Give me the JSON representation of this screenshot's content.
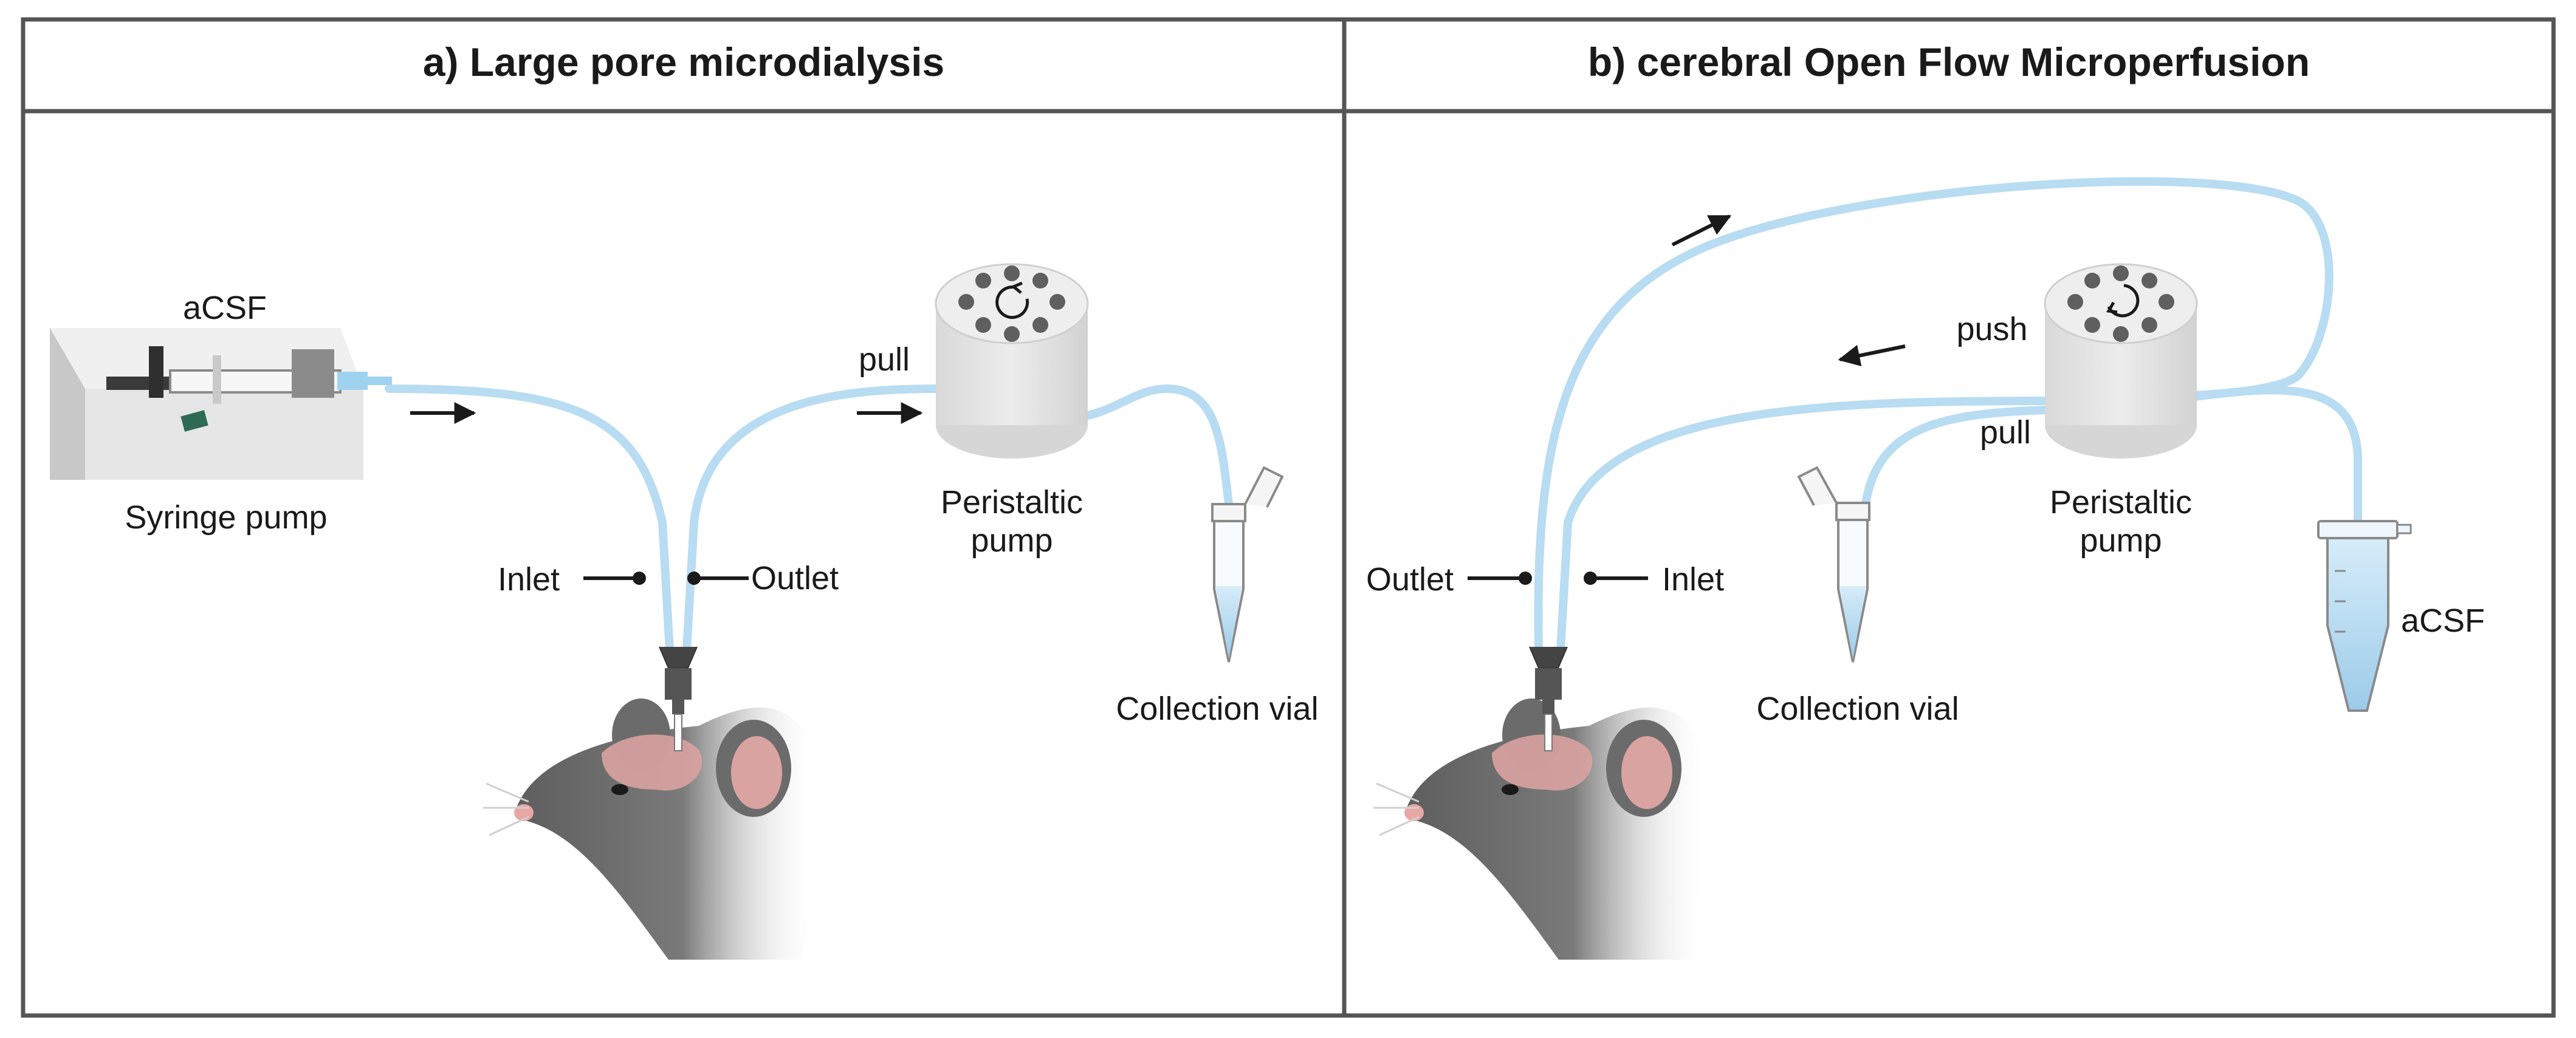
{
  "panel_a": {
    "title": "a) Large pore microdialysis",
    "acsf_label": "aCSF",
    "syringe_pump_label": "Syringe pump",
    "pull_label": "pull",
    "peristaltic_label_line1": "Peristaltic",
    "peristaltic_label_line2": "pump",
    "inlet_label": "Inlet",
    "outlet_label": "Outlet",
    "collection_vial_label": "Collection vial"
  },
  "panel_b": {
    "title": "b) cerebral Open Flow Microperfusion",
    "push_label": "push",
    "pull_label": "pull",
    "peristaltic_label_line1": "Peristaltic",
    "peristaltic_label_line2": "pump",
    "outlet_label": "Outlet",
    "inlet_label": "Inlet",
    "collection_vial_label": "Collection vial",
    "acsf_label": "aCSF"
  },
  "colors": {
    "tube": "#b8dcf2",
    "border": "#555555",
    "pump_body": "#e3e3e3",
    "pump_hole": "#5f5f5f",
    "mouse": "#6b6b6b",
    "brain": "#d9a3a1",
    "liquid": "#bfe0f5"
  }
}
